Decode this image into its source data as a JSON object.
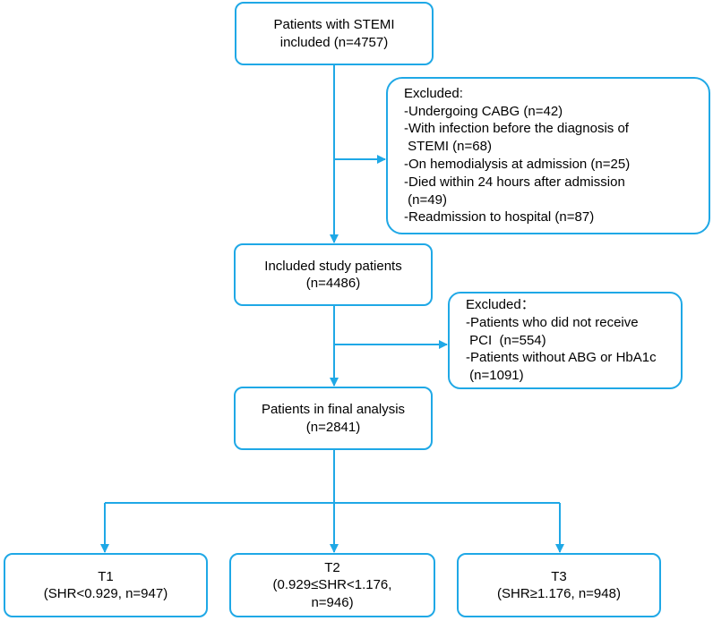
{
  "nodes": {
    "start": {
      "lines": [
        "Patients with STEMI",
        "included (n=4757)"
      ]
    },
    "excluded_1": {
      "lines": [
        "Excluded:",
        "-Undergoing CABG (n=42)",
        "-With infection before the diagnosis of",
        " STEMI (n=68)",
        "-On hemodialysis at admission (n=25)",
        "-Died within 24 hours after admission",
        " (n=49)",
        "-Readmission to hospital (n=87)"
      ]
    },
    "study": {
      "lines": [
        "Included study patients",
        "(n=4486)"
      ]
    },
    "excluded_2": {
      "lines": [
        "Excluded：",
        "-Patients who did not receive",
        " PCI  (n=554)",
        "-Patients without ABG or HbA1c",
        " (n=1091)"
      ]
    },
    "final": {
      "lines": [
        "Patients in final analysis",
        "(n=2841)"
      ]
    },
    "t1": {
      "lines": [
        "T1",
        "(SHR<0.929, n=947)"
      ]
    },
    "t2": {
      "lines": [
        "T2",
        "(0.929≤SHR<1.176,",
        "n=946)"
      ]
    },
    "t3": {
      "lines": [
        "T3",
        "(SHR≥1.176, n=948)"
      ]
    }
  },
  "colors": {
    "border": "#1fa8e6",
    "arrow": "#1fa8e6",
    "text": "#000000"
  }
}
